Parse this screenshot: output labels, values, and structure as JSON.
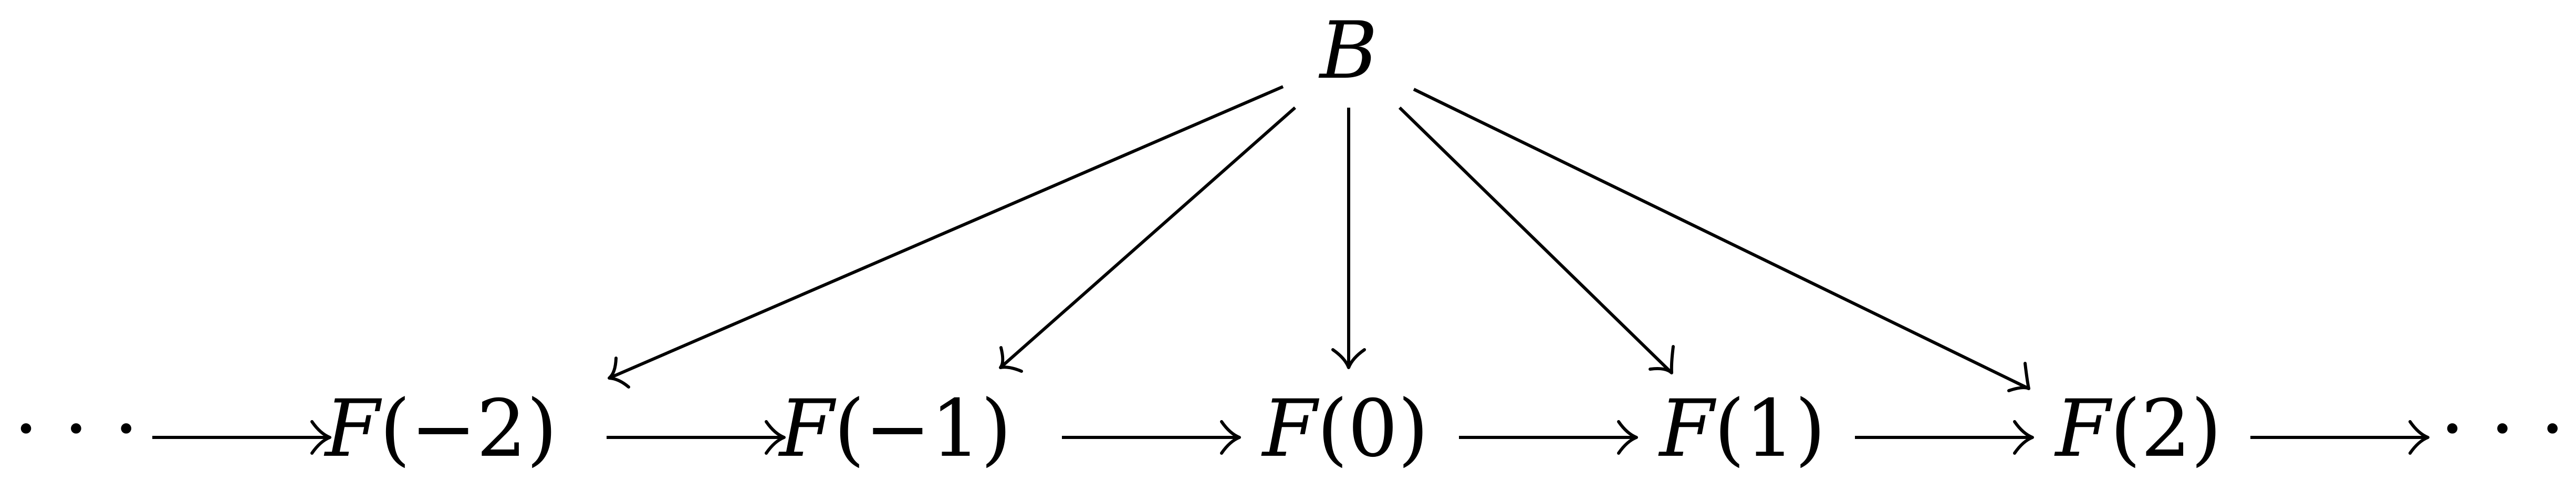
{
  "apex": {
    "label": "B"
  },
  "chain": {
    "left_ellipsis": "· · ·",
    "right_ellipsis": "· · ·",
    "nodes": [
      {
        "func": "F",
        "arg": "(−2)"
      },
      {
        "func": "F",
        "arg": "(−1)"
      },
      {
        "func": "F",
        "arg": "(0)"
      },
      {
        "func": "F",
        "arg": "(1)"
      },
      {
        "func": "F",
        "arg": "(2)"
      }
    ]
  }
}
